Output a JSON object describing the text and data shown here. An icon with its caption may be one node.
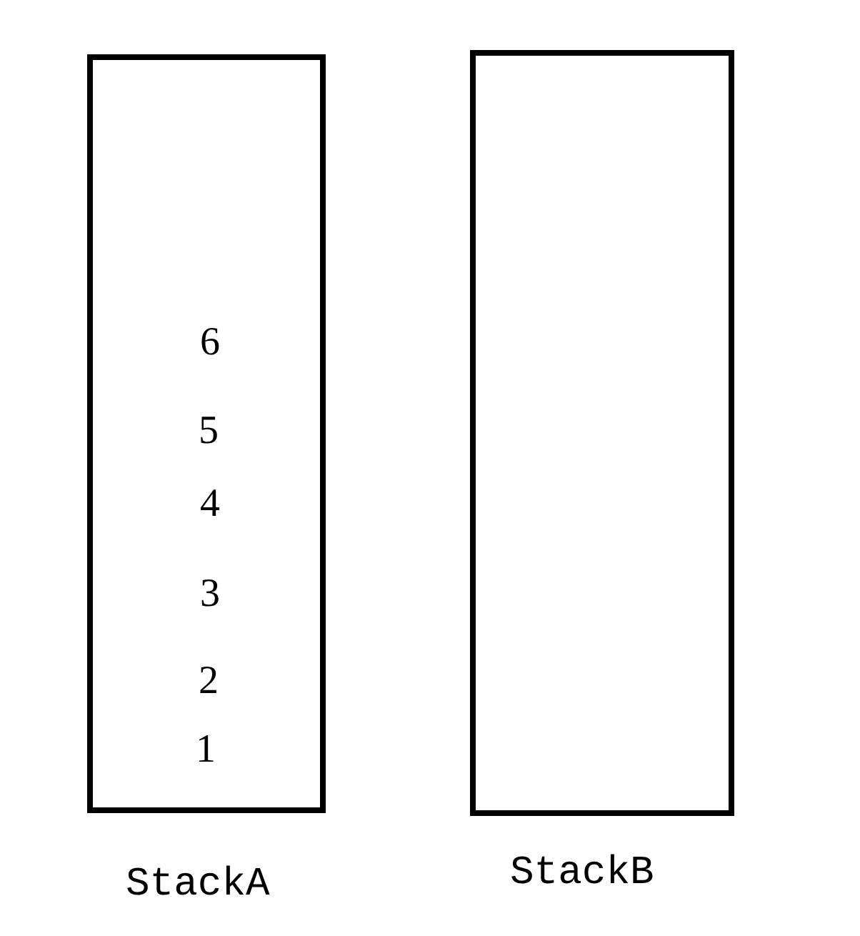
{
  "diagram": {
    "nodes": [
      {
        "text": [
          "6",
          "5",
          "4",
          "3",
          "2",
          "1"
        ],
        "beside": [
          "StackA"
        ]
      },
      {
        "text": [],
        "shape": "box",
        "beside": [
          "StackB"
        ]
      }
    ]
  }
}
